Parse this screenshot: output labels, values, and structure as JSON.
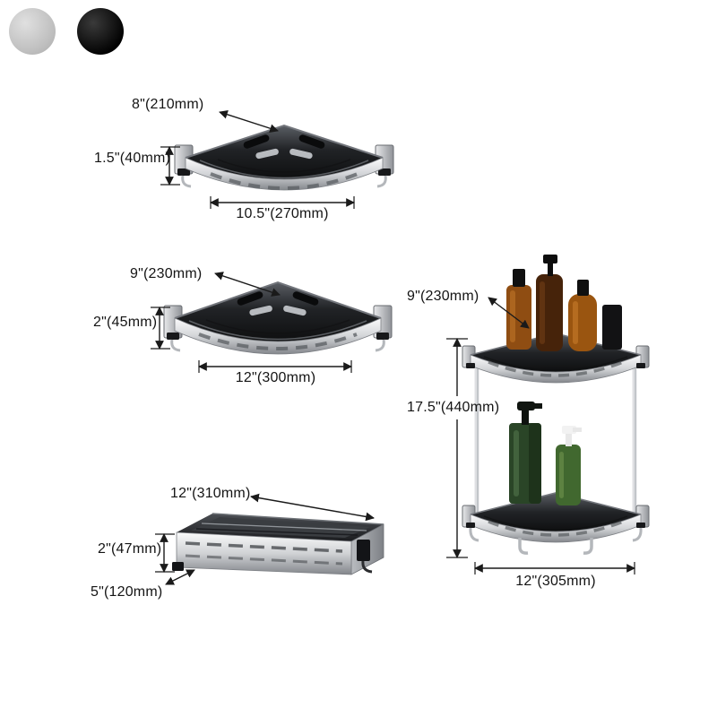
{
  "color_options": {
    "silver": {
      "name": "silver",
      "hex": "#c6c6c6"
    },
    "black": {
      "name": "black",
      "hex": "#0a0a0a"
    }
  },
  "diagrams": {
    "corner_shelf_small": {
      "width_label": "8\"(210mm)",
      "height_label": "1.5\"(40mm)",
      "front_label": "10.5\"(270mm)"
    },
    "corner_shelf_large": {
      "width_label": "9\"(230mm)",
      "height_label": "2\"(45mm)",
      "front_label": "12\"(300mm)"
    },
    "rect_shelf": {
      "width_label": "12\"(310mm)",
      "height_label": "2\"(47mm)",
      "depth_label": "5\"(120mm)"
    },
    "two_tier_shelf": {
      "depth_label": "9\"(230mm)",
      "height_label": "17.5\"(440mm)",
      "width_label": "12\"(305mm)"
    }
  }
}
